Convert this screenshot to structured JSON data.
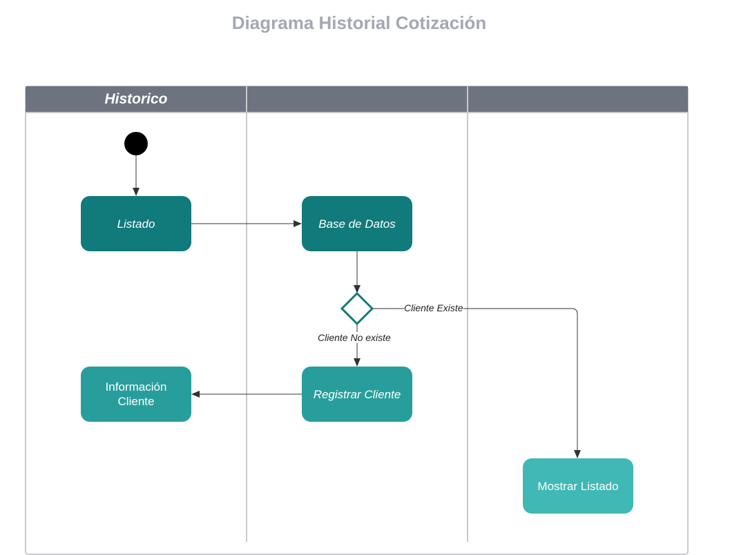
{
  "title": "Diagrama Historial Cotización",
  "lanes": [
    {
      "label": "Historico"
    },
    {
      "label": ""
    },
    {
      "label": ""
    }
  ],
  "nodes": {
    "listado": "Listado",
    "base_datos": "Base de Datos",
    "registrar_cliente": "Registrar Cliente",
    "informacion_cliente": "Información Cliente",
    "mostrar_listado": "Mostrar Listado"
  },
  "edge_labels": {
    "cliente_existe": "Cliente Existe",
    "cliente_no_existe": "Cliente No existe"
  },
  "colors": {
    "header": "#6d737f",
    "node_dark": "#117a7a",
    "node_mid": "#289e9c",
    "node_light": "#3fb8b6",
    "decision_stroke": "#117a7a"
  }
}
